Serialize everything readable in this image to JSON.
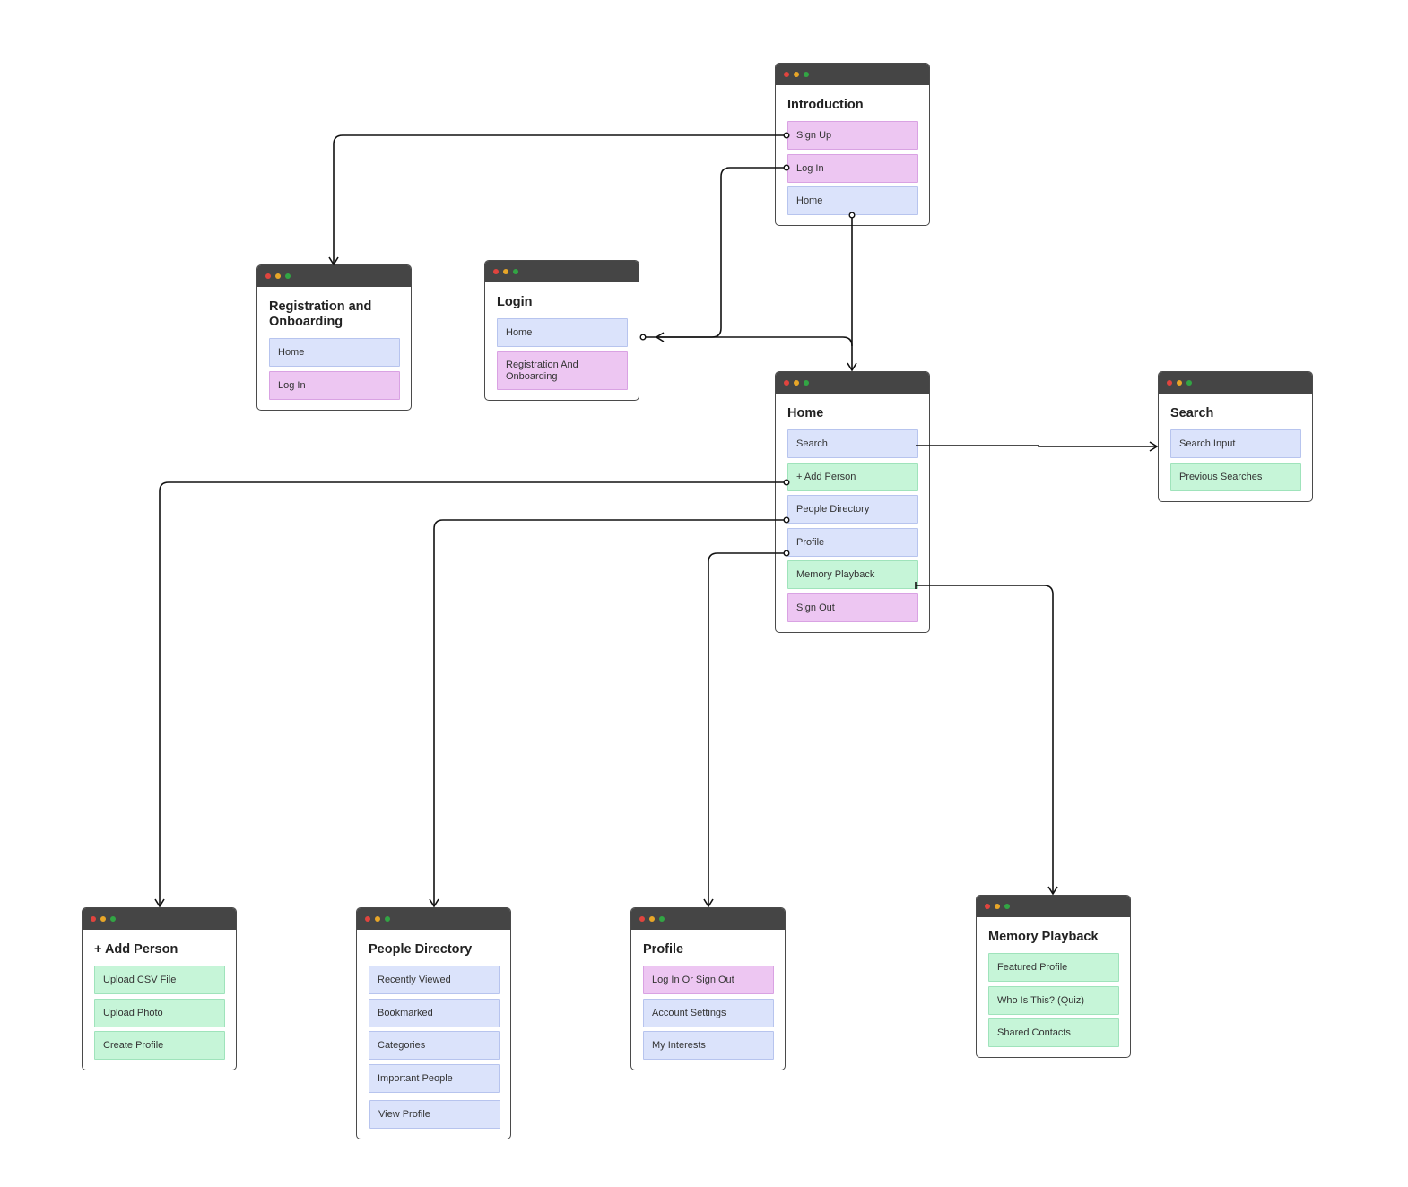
{
  "colors": {
    "titlebar": "#454545",
    "dot_red": "#e0443e",
    "dot_yellow": "#e8a628",
    "dot_green": "#32a544",
    "item_blue": "#dbe3fb",
    "item_pink": "#edc6f2",
    "item_green": "#c6f5d8",
    "connector": "#111111"
  },
  "screens": {
    "introduction": {
      "title": "Introduction",
      "items": [
        {
          "label": "Sign Up",
          "color": "pink"
        },
        {
          "label": "Log In",
          "color": "pink"
        },
        {
          "label": "Home",
          "color": "blue"
        }
      ]
    },
    "registration": {
      "title": "Registration and Onboarding",
      "items": [
        {
          "label": "Home",
          "color": "blue"
        },
        {
          "label": "Log In",
          "color": "pink"
        }
      ]
    },
    "login": {
      "title": "Login",
      "items": [
        {
          "label": "Home",
          "color": "blue"
        },
        {
          "label": "Registration And Onboarding",
          "color": "pink"
        }
      ]
    },
    "home": {
      "title": "Home",
      "items": [
        {
          "label": "Search",
          "color": "blue"
        },
        {
          "label": "+ Add Person",
          "color": "green"
        },
        {
          "label": "People Directory",
          "color": "blue"
        },
        {
          "label": "Profile",
          "color": "blue"
        },
        {
          "label": "Memory Playback",
          "color": "green"
        },
        {
          "label": "Sign Out",
          "color": "pink"
        }
      ]
    },
    "search": {
      "title": "Search",
      "items": [
        {
          "label": "Search Input",
          "color": "blue"
        },
        {
          "label": "Previous Searches",
          "color": "green"
        }
      ]
    },
    "add_person": {
      "title": "+ Add Person",
      "items": [
        {
          "label": "Upload CSV File",
          "color": "green"
        },
        {
          "label": "Upload Photo",
          "color": "green"
        },
        {
          "label": "Create Profile",
          "color": "green"
        }
      ]
    },
    "people_directory": {
      "title": "People Directory",
      "items": [
        {
          "label": "Recently Viewed",
          "color": "blue"
        },
        {
          "label": "Bookmarked",
          "color": "blue"
        },
        {
          "label": "Categories",
          "color": "blue"
        },
        {
          "label": "Important People",
          "color": "blue"
        },
        {
          "label": "View Profile",
          "color": "blue"
        }
      ]
    },
    "profile": {
      "title": "Profile",
      "items": [
        {
          "label": "Log In Or Sign Out",
          "color": "pink"
        },
        {
          "label": "Account Settings",
          "color": "blue"
        },
        {
          "label": "My Interests",
          "color": "blue"
        }
      ]
    },
    "memory_playback": {
      "title": "Memory Playback",
      "items": [
        {
          "label": "Featured Profile",
          "color": "green"
        },
        {
          "label": "Who Is This? (Quiz)",
          "color": "green"
        },
        {
          "label": "Shared Contacts",
          "color": "green"
        }
      ]
    }
  },
  "connections": [
    {
      "from": "introduction.Sign Up",
      "to": "registration"
    },
    {
      "from": "introduction.Log In",
      "to": "login"
    },
    {
      "from": "introduction.Home",
      "to": "home"
    },
    {
      "from": "home.Search",
      "to": "search"
    },
    {
      "from": "home.+ Add Person",
      "to": "add_person"
    },
    {
      "from": "home.People Directory",
      "to": "people_directory"
    },
    {
      "from": "home.Profile",
      "to": "profile"
    },
    {
      "from": "home.Memory Playback",
      "to": "memory_playback"
    }
  ]
}
